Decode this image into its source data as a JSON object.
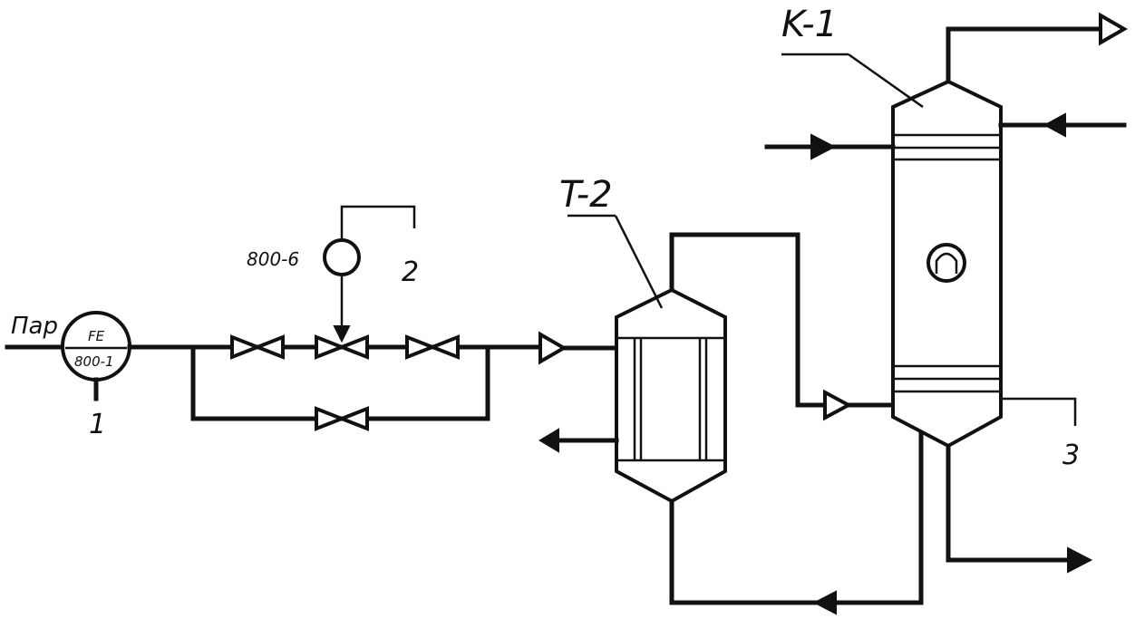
{
  "labels": {
    "inlet": "Пар",
    "fe_top": "FE",
    "fe_bottom": "800-1",
    "callout_1": "1",
    "control_loop": "800-6",
    "callout_2": "2",
    "exchanger": "T-2",
    "column": "K-1",
    "callout_3": "3"
  }
}
